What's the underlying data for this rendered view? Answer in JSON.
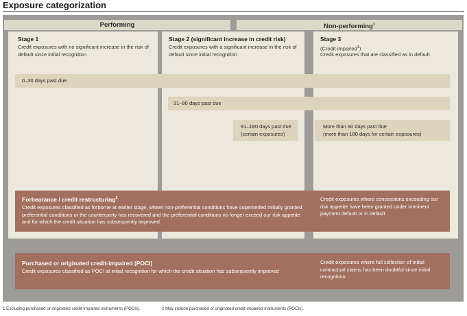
{
  "title": "Exposure categorization",
  "headers": {
    "performing": "Performing",
    "non_performing": "Non-performing",
    "non_performing_sup": "1"
  },
  "stages": [
    {
      "title": "Stage 1",
      "desc": "Credit exposures with no significant increase in the risk of default since initial recognition"
    },
    {
      "title": "Stage 2 (significant increase in credit risk)",
      "desc": "Credit exposures with a significant increase in the risk of default since initial recognition"
    },
    {
      "title": "Stage 3",
      "sub": "(Credit-impaired",
      "sub_sup": "1",
      "sub_close": ")",
      "desc": "Credit exposures that are classified as in default"
    }
  ],
  "bands": {
    "d0_30": "0–30 days past due",
    "d31_90": "31–90 days past due",
    "d91_180_line1": "91–180 days past due",
    "d91_180_line2": "(certain exposures)",
    "d90plus_line1": "More than 90 days past due",
    "d90plus_line2": "(more than 180 days for certain exposures)"
  },
  "forbearance": {
    "title": "Forbearance / credit restructuring",
    "title_sup": "2",
    "text": "Credit exposures classified as forborne at earlier stage, where non-preferential conditions have superseded initially granted preferential conditions or the counterparty has recovered and the preferential conditions no longer exceed our risk appetite and for which the credit situation has subsequently improved",
    "right_text": "Credit exposures where concessions exceeding our risk appetite have been granted under imminent payment default or in default"
  },
  "poci": {
    "title": "Purchased or originated credit-impaired (POCI)",
    "text": "Credit exposures classified as POCI at initial recognition for which the credit situation has subsequently improved",
    "right_text": "Credit exposures where full collection of initial contractual claims has been doubtful since initial recognition"
  },
  "footnotes": {
    "f1": "1 Excluding purchased or originated credit-impaired instruments (POCIs).",
    "f2": "2 May include purchased or originated credit-impaired instruments (POCIs)."
  },
  "colors": {
    "frame": "#9d9b97",
    "panel": "#ede8dd",
    "band": "#dcd4bc",
    "brown": "#a37060"
  }
}
